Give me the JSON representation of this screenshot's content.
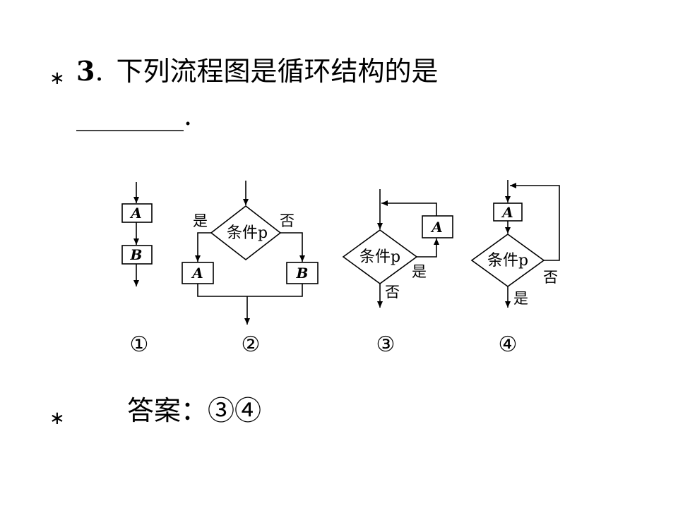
{
  "question": {
    "bullet": "∗",
    "number": "3",
    "separator": ".",
    "text": "下列流程图是循环结构的是",
    "blank": "________",
    "end_punct": "."
  },
  "answer": {
    "bullet": "∗",
    "label": "答案：",
    "value": "③④"
  },
  "flowcharts": {
    "box_a": "A",
    "box_b": "B",
    "condition": "条件p",
    "yes": "是",
    "no": "否",
    "captions": [
      "①",
      "②",
      "③",
      "④"
    ]
  }
}
